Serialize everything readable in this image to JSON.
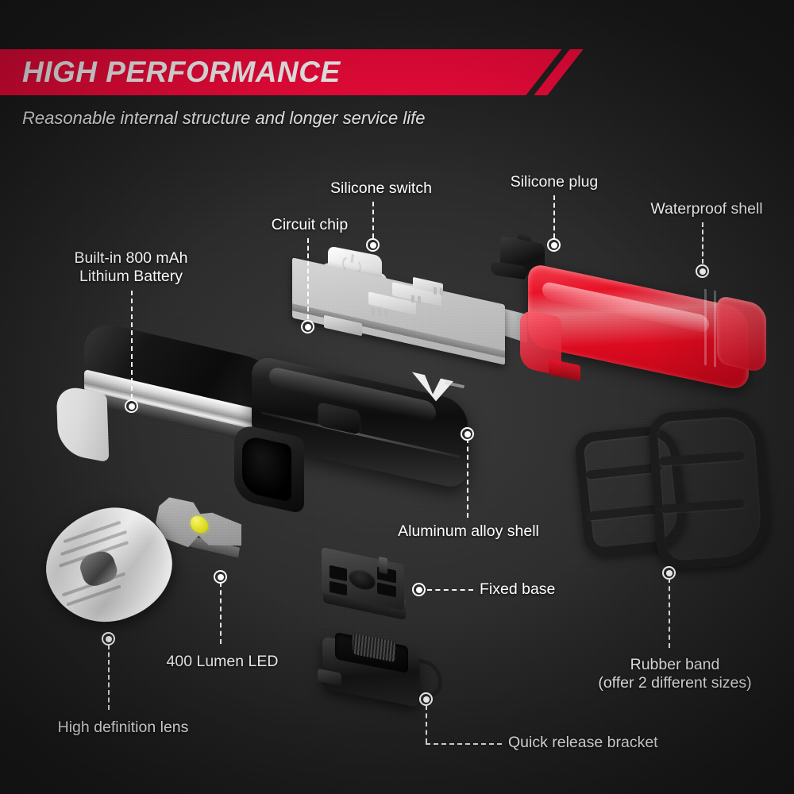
{
  "header": {
    "title": "HIGH PERFORMANCE",
    "subtitle": "Reasonable internal structure and longer service life",
    "banner_color": "#fa0a3c",
    "text_color": "#ffffff"
  },
  "background": {
    "color": "#272727",
    "texture": "noise-grain"
  },
  "callouts": [
    {
      "id": "battery",
      "label": "Built-in 800 mAh\nLithium Battery",
      "leader": "vertical"
    },
    {
      "id": "circuit-chip",
      "label": "Circuit chip",
      "leader": "vertical"
    },
    {
      "id": "silicone-switch",
      "label": "Silicone switch",
      "leader": "vertical"
    },
    {
      "id": "silicone-plug",
      "label": "Silicone plug",
      "leader": "vertical"
    },
    {
      "id": "waterproof-shell",
      "label": "Waterproof shell",
      "leader": "vertical"
    },
    {
      "id": "aluminum-shell",
      "label": "Aluminum alloy shell",
      "leader": "vertical"
    },
    {
      "id": "fixed-base",
      "label": "Fixed base",
      "leader": "horizontal"
    },
    {
      "id": "led",
      "label": "400 Lumen LED",
      "leader": "vertical"
    },
    {
      "id": "lens",
      "label": "High definition lens",
      "leader": "vertical"
    },
    {
      "id": "quick-release",
      "label": "Quick release bracket",
      "leader": "elbow"
    },
    {
      "id": "rubber-band",
      "label": "Rubber band\n(offer 2 different sizes)",
      "leader": "vertical"
    }
  ],
  "parts": {
    "battery": {
      "name": "Built-in 800 mAh Lithium Battery",
      "color": "#101010",
      "accent": "#e8e8e8"
    },
    "silicone_switch": {
      "name": "Silicone switch",
      "color": "#f2f2f2",
      "symbol": "power-icon"
    },
    "circuit_chip": {
      "name": "Circuit chip",
      "color": "#c6c6c6"
    },
    "silicone_plug": {
      "name": "Silicone plug",
      "color": "#1a1a1a"
    },
    "waterproof_shell": {
      "name": "Waterproof shell",
      "color": "#f21028"
    },
    "aluminum_shell": {
      "name": "Aluminum alloy shell",
      "color": "#141414"
    },
    "led": {
      "name": "400 Lumen LED",
      "color": "#a0a0a0",
      "emitter_color": "#e4e219"
    },
    "lens": {
      "name": "High definition lens",
      "color": "#ededed"
    },
    "fixed_base": {
      "name": "Fixed base",
      "color": "#2a2a2a"
    },
    "quick_release": {
      "name": "Quick release bracket",
      "color": "#1e1e1e"
    },
    "rubber_band": {
      "name": "Rubber band",
      "color": "#1c1c1c",
      "count": 2
    }
  }
}
